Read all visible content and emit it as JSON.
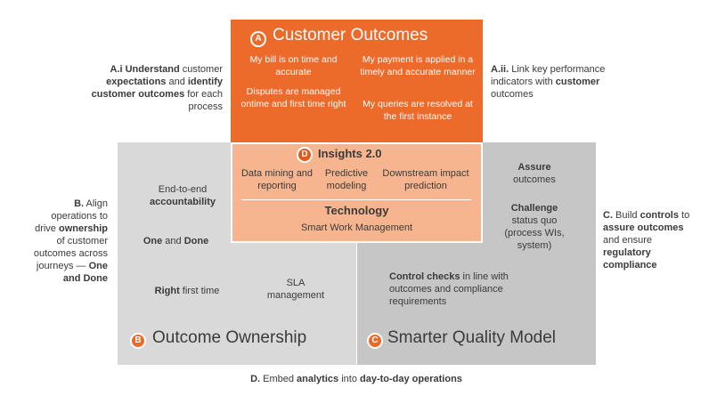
{
  "panel_a": {
    "badge": "A",
    "title": "Customer Outcomes",
    "outcomes": [
      "My bill is on time and accurate",
      "My payment is applied in a timely and accurate manner",
      "Disputes are managed ontime and first time right",
      "My  queries are resolved at the first instance"
    ]
  },
  "panel_d": {
    "badge": "D",
    "title": "Insights 2.0",
    "items": [
      "Data mining and reporting",
      "Predictive modeling",
      "Downstream impact prediction"
    ],
    "technology_title": "Technology",
    "technology_item": "Smart Work Management"
  },
  "panel_b": {
    "badge": "B",
    "title": "Outcome Ownership",
    "item1_a": "End-to-end",
    "item1_b": "accountability",
    "item2_a": "One",
    "item2_b": " and ",
    "item2_c": "Done",
    "item3_a": "Right",
    "item3_b": " first time",
    "item4": "SLA management"
  },
  "panel_c": {
    "badge": "C",
    "title": "Smarter Quality Model",
    "assure_a": "Assure",
    "assure_b": "outcomes",
    "challenge_a": "Challenge",
    "challenge_b": "status quo (process WIs, system)",
    "control_a": "Control checks",
    "control_b": " in line with outcomes and compliance requirements"
  },
  "annotations": {
    "ai": {
      "p1": "A.i ",
      "p2": "Understand",
      "p3": " customer ",
      "p4": "expectations",
      "p5": " and ",
      "p6": "identify",
      "p7": "customer outcomes",
      "p8": " for each process"
    },
    "aii": {
      "p1": "A.ii.",
      "p2": " Link key performance indicators with ",
      "p3": "customer",
      "p4": " outcomes"
    },
    "b": {
      "p1": "B.",
      "p2": " Align operations to drive ",
      "p3": "ownership",
      "p4": " of customer outcomes across journeys — ",
      "p5": "One and Done"
    },
    "c": {
      "p1": "C.",
      "p2": " Build ",
      "p3": "controls",
      "p4": " to ",
      "p5": "assure outcomes",
      "p6": " and ensure ",
      "p7": "regulatory compliance"
    },
    "d": {
      "p1": "D.",
      "p2": " Embed ",
      "p3": "analytics",
      "p4": " into ",
      "p5": "day-to-day operations"
    }
  }
}
